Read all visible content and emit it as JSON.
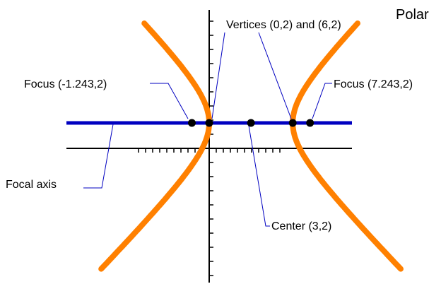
{
  "title": "Polar",
  "labels": {
    "vertices": "Vertices (0,2) and (6,2)",
    "focus_left": "Focus (-1.243,2)",
    "focus_right": "Focus (7.243,2)",
    "focal_axis": "Focal axis",
    "center": "Center (3,2)"
  },
  "colors": {
    "hyperbola": "#ff8000",
    "focal_axis": "#0000c0",
    "leader": "#0000c0",
    "axes": "#000000",
    "points": "#000000"
  },
  "hyperbola": {
    "center": [
      3,
      2
    ],
    "a": 3,
    "c": 4.243
  },
  "points": [
    {
      "name": "focus-left",
      "x": -1.243,
      "y": 2
    },
    {
      "name": "vertex-left",
      "x": 0,
      "y": 2
    },
    {
      "name": "center",
      "x": 3,
      "y": 2
    },
    {
      "name": "vertex-right",
      "x": 6,
      "y": 2
    },
    {
      "name": "focus-right",
      "x": 7.243,
      "y": 2
    }
  ]
}
